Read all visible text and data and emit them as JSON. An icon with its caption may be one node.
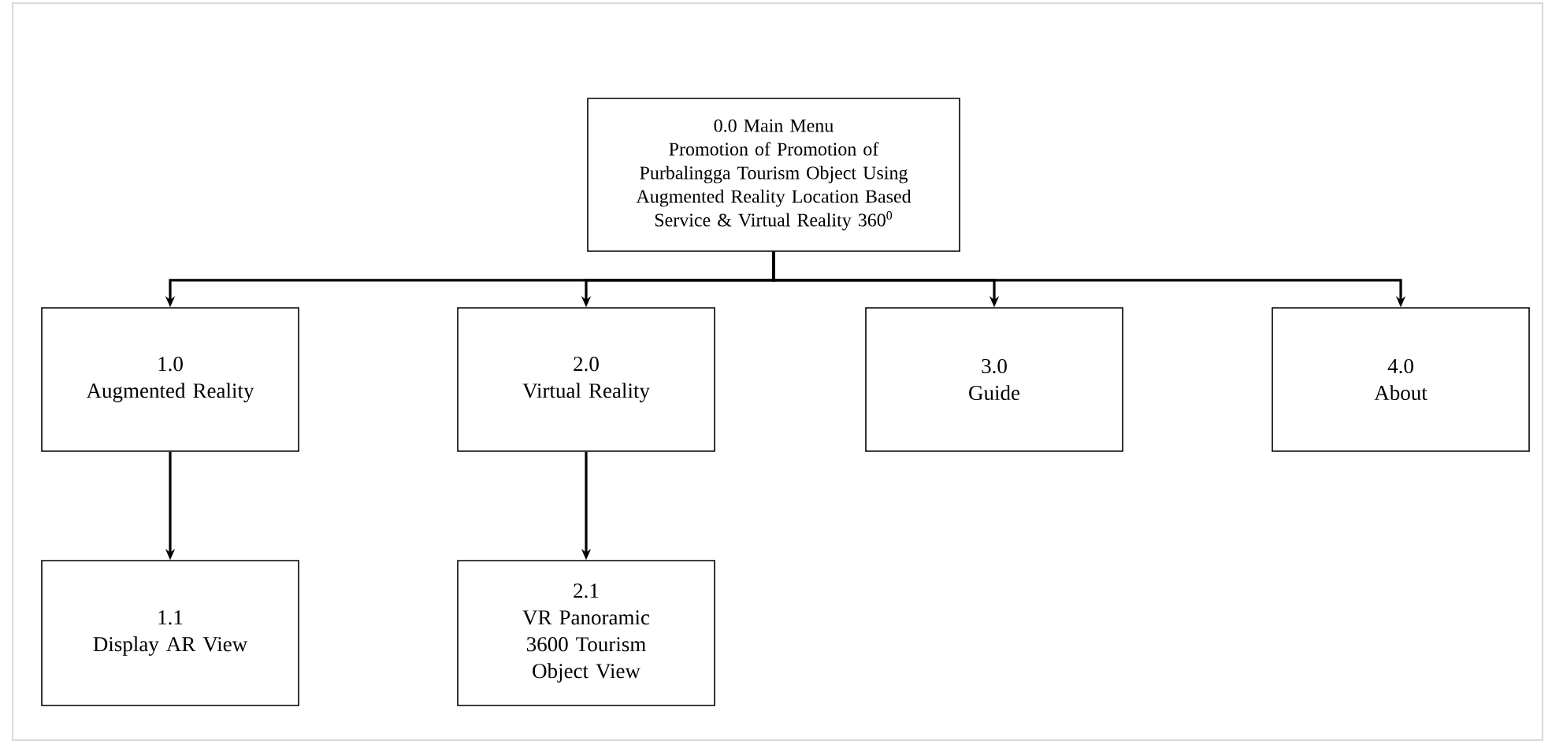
{
  "diagram": {
    "nodes": [
      {
        "text": [
          "0.0 Main Menu",
          "Promotion of Promotion of Purbalingga Tourism Object Using Augmented Reality Location Based Service & Virtual Reality 360$^{0}$"
        ]
      },
      {
        "text": [
          "1.0",
          "Augmented Reality"
        ]
      },
      {
        "text": [
          "2.0",
          "Virtual Reality"
        ]
      },
      {
        "text": [
          "3.0",
          "Guide"
        ]
      },
      {
        "text": [
          "4.0",
          "About"
        ]
      },
      {
        "text": [
          "1.1",
          "Display AR View"
        ]
      },
      {
        "text": [
          "2.1",
          "VR Panoramic 3600 Tourism Object View"
        ]
      }
    ],
    "edges": [
      {
        "from": 0,
        "to": 1,
        "arrow": "to"
      },
      {
        "from": 0,
        "to": 2,
        "arrow": "to"
      },
      {
        "from": 0,
        "to": 3,
        "arrow": "to"
      },
      {
        "from": 0,
        "to": 4,
        "arrow": "to"
      },
      {
        "from": 1,
        "to": 5,
        "arrow": "to"
      },
      {
        "from": 2,
        "to": 6,
        "arrow": "to"
      }
    ]
  }
}
